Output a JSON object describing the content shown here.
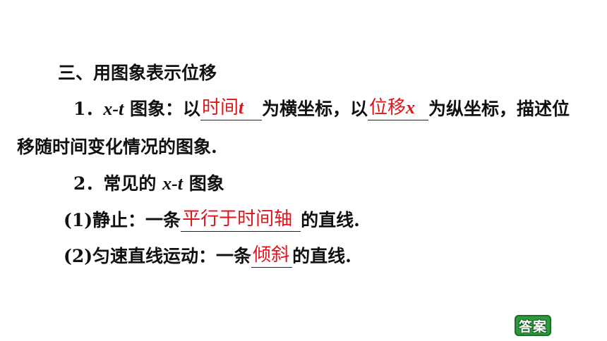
{
  "section_title": "三、用图象表示位移",
  "item1": {
    "num": "1．",
    "term": "x-t",
    "text_a": " 图象：以",
    "blank1": {
      "a": "时间",
      "b": "t"
    },
    "text_b": "为横坐标，以",
    "blank2": {
      "a": "位移",
      "b": "x"
    },
    "text_c": "为纵坐标，描述位",
    "cont": "移随时间变化情况的图象."
  },
  "item2": {
    "num": "2．",
    "text_a": "常见的 ",
    "term": "x-t",
    "text_b": " 图象"
  },
  "sub1": {
    "prefix": "(1)静止：一条",
    "answer": "平行于时间轴",
    "suffix": "的直线."
  },
  "sub2": {
    "prefix": "(2)匀速直线运动：一条",
    "answer": "倾斜",
    "suffix": "的直线."
  },
  "answer_button": "答案",
  "colors": {
    "answer_text": "#e0141c",
    "button_bg": "#2c9a3c"
  }
}
